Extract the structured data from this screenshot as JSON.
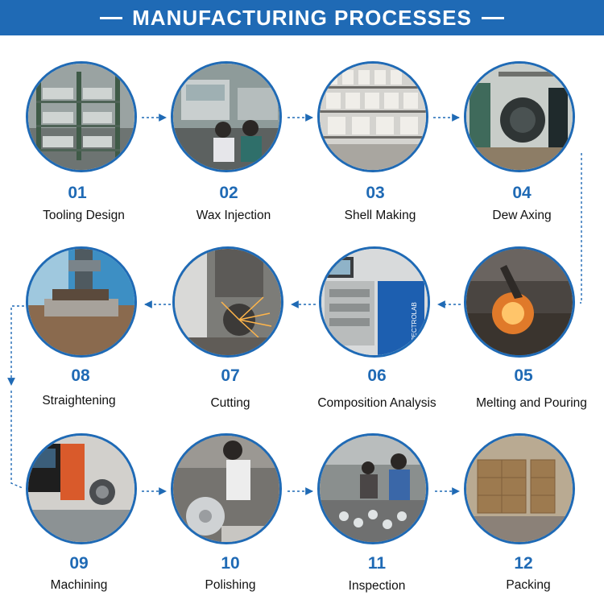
{
  "header": {
    "title": "MANUFACTURING PROCESSES"
  },
  "colors": {
    "accent": "#1f6ab5",
    "text": "#111111"
  },
  "steps": [
    {
      "number": "01",
      "label": "Tooling Design"
    },
    {
      "number": "02",
      "label": "Wax Injection"
    },
    {
      "number": "03",
      "label": "Shell Making"
    },
    {
      "number": "04",
      "label": "Dew Axing"
    },
    {
      "number": "05",
      "label": "Melting and Pouring"
    },
    {
      "number": "06",
      "label": "Composition Analysis"
    },
    {
      "number": "07",
      "label": "Cutting"
    },
    {
      "number": "08",
      "label": "Straightening"
    },
    {
      "number": "09",
      "label": "Machining"
    },
    {
      "number": "10",
      "label": "Polishing"
    },
    {
      "number": "11",
      "label": "Inspection"
    },
    {
      "number": "12",
      "label": "Packing"
    }
  ],
  "photos": {
    "p06": {
      "machine_label": "SPECTROLAB"
    }
  }
}
